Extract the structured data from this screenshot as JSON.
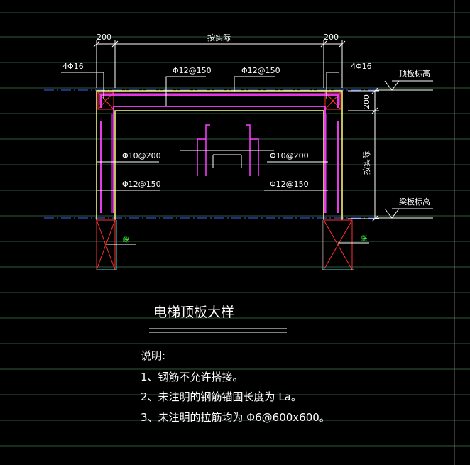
{
  "dimensions": {
    "left_width": "200",
    "middle_width": "按实际",
    "right_width": "200",
    "right_height_top": "200",
    "right_height_mid": "按实际"
  },
  "labels": {
    "corner_bar_left": "4Φ16",
    "corner_bar_right": "4Φ16",
    "top_bar_left": "Φ12@150",
    "top_bar_right": "Φ12@150",
    "wall_bar_left_upper": "Φ10@200",
    "wall_bar_right_upper": "Φ10@200",
    "wall_bar_left_lower": "Φ12@150",
    "wall_bar_right_lower": "Φ12@150",
    "level_top": "顶板标高",
    "level_beam": "梁板标高",
    "beam_left": "梁",
    "beam_right": "梁"
  },
  "title": "电梯顶板大样",
  "notes": {
    "heading": "说明:",
    "items": [
      "1、钢筋不允许搭接。",
      "2、未注明的钢筋锚固长度为 La。",
      "3、未注明的拉筋均为 Φ6@600x600。"
    ]
  },
  "colors": {
    "background": "#000000",
    "grid_line": "#2f5a3a",
    "structure": "#ffff80",
    "rebar": "#ff40ff",
    "dimension": "#ffffff",
    "red": "#ff3030",
    "cyan": "#40e0e0",
    "green": "#40ff40",
    "axis": "#4060ff"
  }
}
